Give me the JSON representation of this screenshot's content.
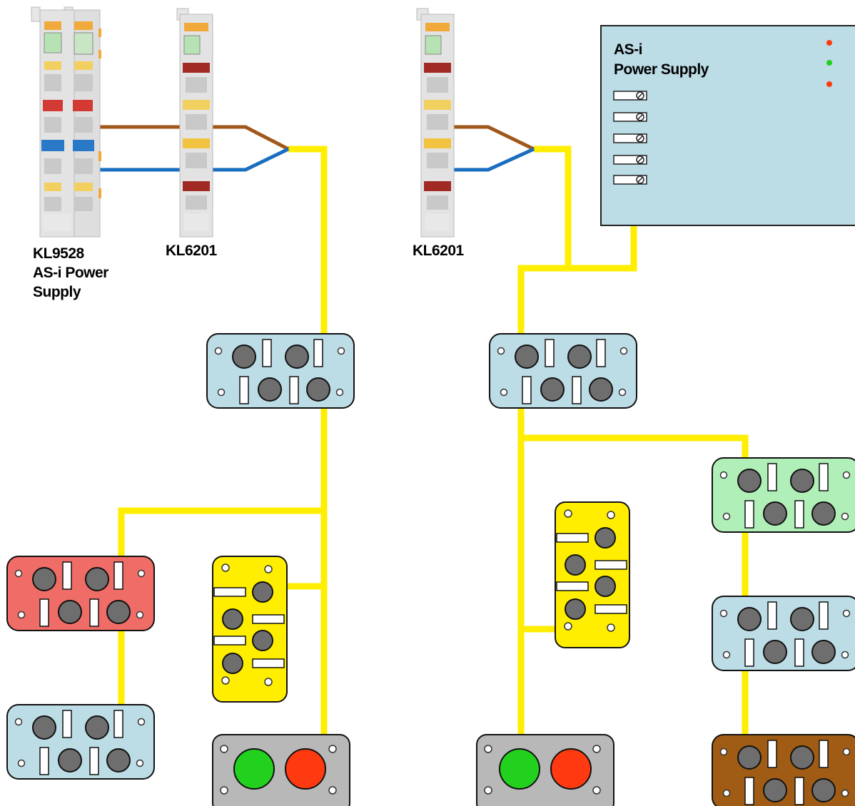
{
  "labels": {
    "kl9528_line1": "KL9528",
    "kl9528_line2": "AS-i Power",
    "kl9528_line3": "Supply",
    "kl6201_left": "KL6201",
    "kl6201_right": "KL6201"
  },
  "power_supply": {
    "line1": "AS-i",
    "line2": "Power Supply"
  },
  "colors": {
    "bus": "#ffee00",
    "wire_brown": "#a0581a",
    "wire_blue": "#1a6ec0",
    "module_lightblue": "#bcdce6",
    "module_red": "#f06c66",
    "module_yellow": "#ffee00",
    "module_green": "#b0f0b8",
    "module_brown": "#a05c14",
    "module_gray": "#b8b8b8",
    "led_green": "#22d11e",
    "led_red": "#ff3a10"
  }
}
